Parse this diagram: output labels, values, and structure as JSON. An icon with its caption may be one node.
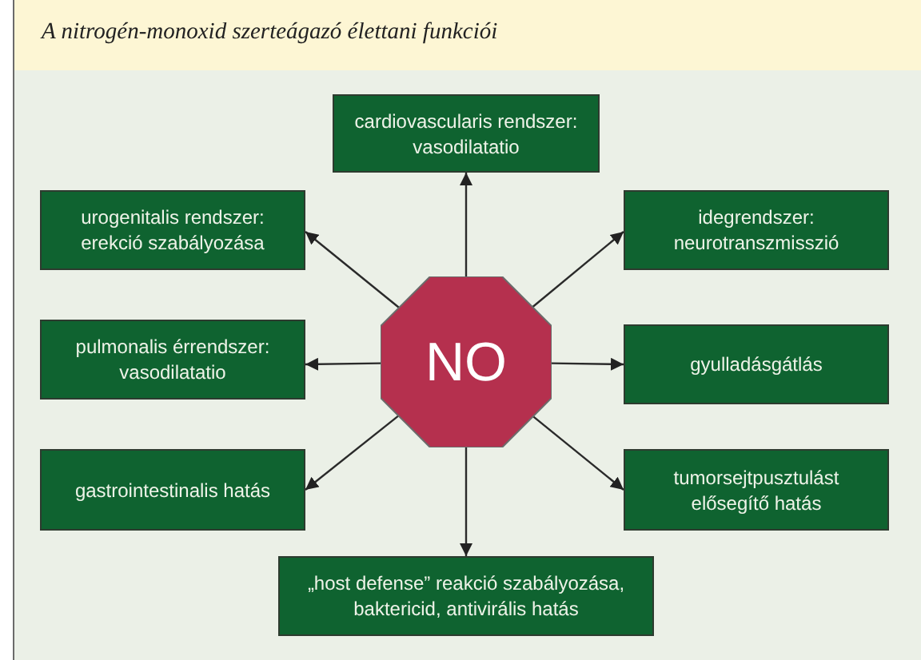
{
  "diagram": {
    "title": "A nitrogén-monoxid szerteágazó élettani funkciói",
    "nodes": [
      {
        "text": [
          "cardiovascularis rendszer: vasodilatatio"
        ]
      },
      {
        "text": [
          "urogenitalis rendszer: erekció szabályozása"
        ]
      },
      {
        "text": [
          "idegrendszer: neurotranszmisszió"
        ]
      },
      {
        "text": [
          "pulmonalis érrendszer: vasodilatatio"
        ]
      },
      {
        "text": [
          "NO"
        ]
      },
      {
        "text": [
          "gyulladásgátlás"
        ]
      },
      {
        "text": [
          "gastrointestinalis hatás"
        ]
      },
      {
        "text": [
          "tumorsejtpusztulást elősegítő hatás"
        ]
      },
      {
        "text": [
          "„host defense” reakció szabályozása, baktericid, antivirális hatás"
        ]
      }
    ],
    "edges": [
      {
        "from": 4,
        "to": 0,
        "arrow": "to"
      },
      {
        "from": 4,
        "to": 1,
        "arrow": "to"
      },
      {
        "from": 4,
        "to": 2,
        "arrow": "to"
      },
      {
        "from": 4,
        "to": 3,
        "arrow": "to"
      },
      {
        "from": 4,
        "to": 5,
        "arrow": "to"
      },
      {
        "from": 4,
        "to": 6,
        "arrow": "to"
      },
      {
        "from": 4,
        "to": 7,
        "arrow": "to"
      },
      {
        "from": 4,
        "to": 8,
        "arrow": "to"
      }
    ]
  }
}
